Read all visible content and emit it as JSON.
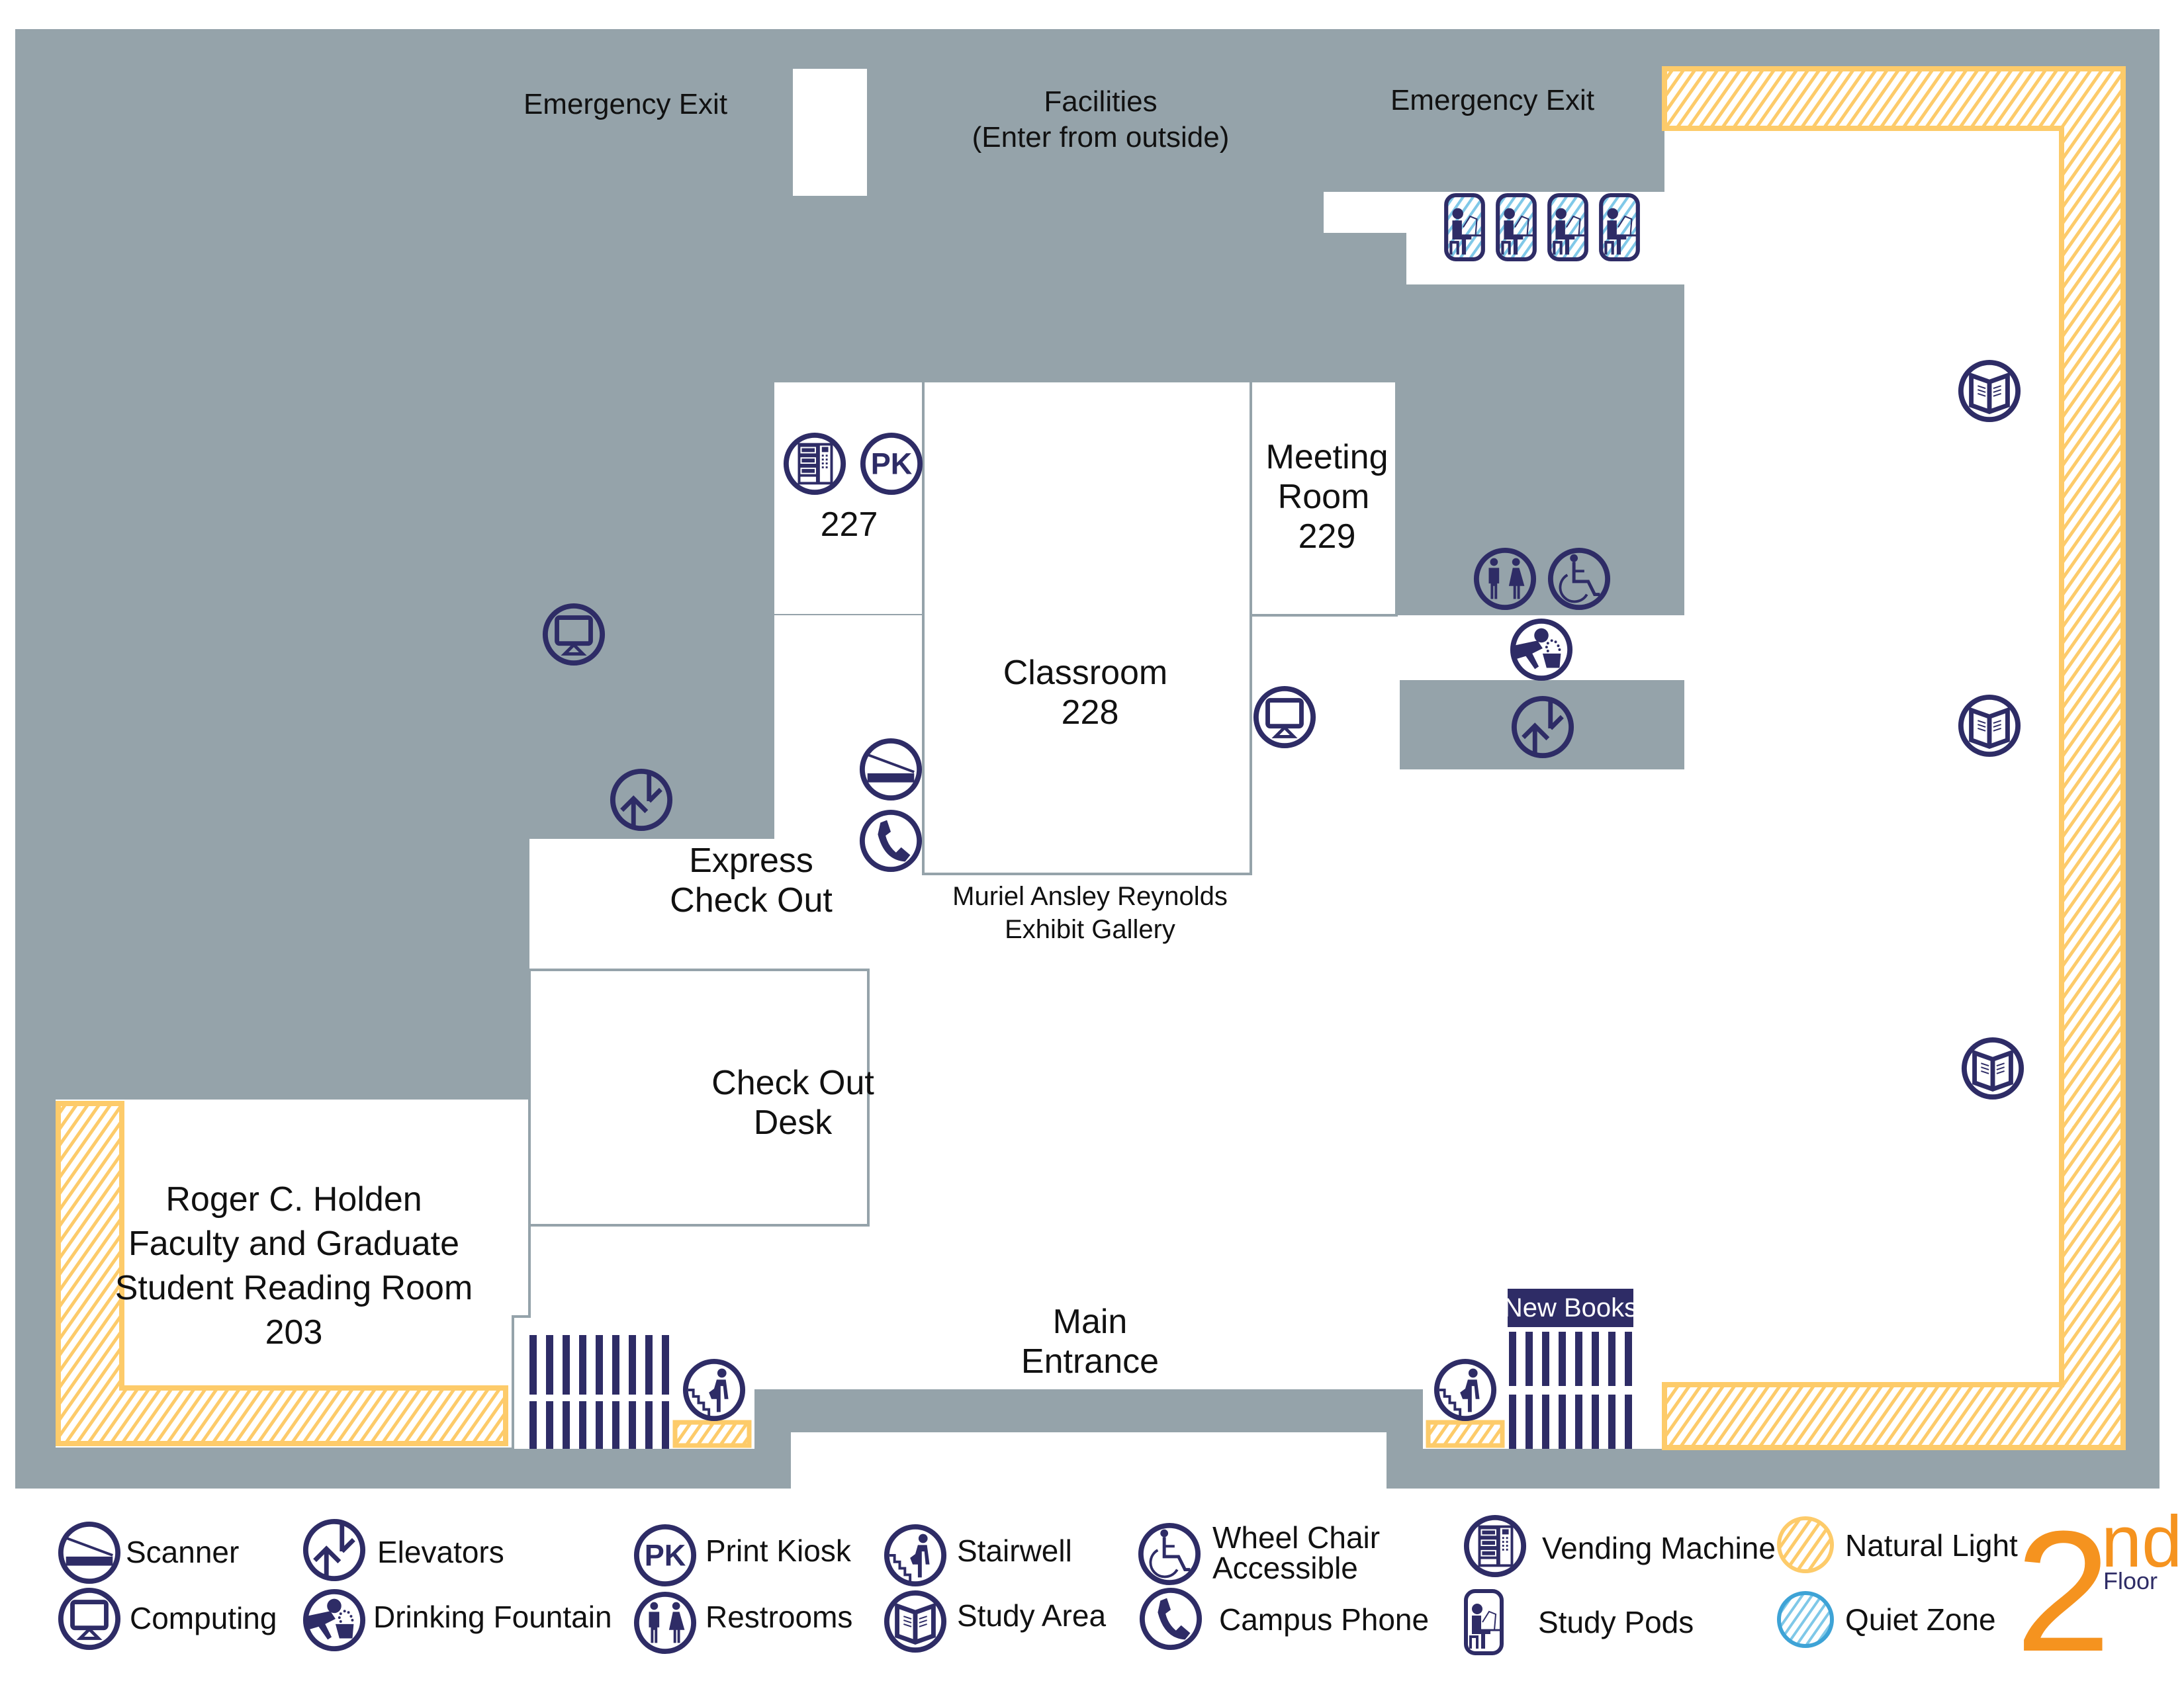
{
  "floor": {
    "number": "2",
    "suffix": "nd",
    "word": "Floor"
  },
  "colors": {
    "wall": "#95a3aa",
    "icon": "#2e2c66",
    "natural_light": "#fdcb6a",
    "quiet_zone": "#3ea3d6",
    "floor_number": "#f5931f",
    "floor_word": "#2e2c66"
  },
  "labels": {
    "emergency_exit_left": "Emergency Exit",
    "facilities_line1": "Facilities",
    "facilities_line2": "(Enter from outside)",
    "emergency_exit_right": "Emergency Exit",
    "room_227": "227",
    "meeting_line1": "Meeting",
    "meeting_line2": "Room",
    "meeting_line3": "229",
    "classroom_line1": "Classroom",
    "classroom_line2": "228",
    "express_line1": "Express",
    "express_line2": "Check Out",
    "gallery_line1": "Muriel Ansley Reynolds",
    "gallery_line2": "Exhibit Gallery",
    "checkout_line1": "Check Out",
    "checkout_line2": "Desk",
    "reading_line1": "Roger C. Holden",
    "reading_line2": "Faculty and Graduate",
    "reading_line3": "Student Reading Room",
    "reading_line4": "203",
    "main_line1": "Main",
    "main_line2": "Entrance",
    "new_books": "New Books",
    "pk": "PK"
  },
  "legend": {
    "scanner": "Scanner",
    "computing": "Computing",
    "elevators": "Elevators",
    "drinking_fountain": "Drinking Fountain",
    "print_kiosk": "Print Kiosk",
    "restrooms": "Restrooms",
    "stairwell": "Stairwell",
    "study_area": "Study Area",
    "wheelchair_line1": "Wheel Chair",
    "wheelchair_line2": "Accessible",
    "campus_phone": "Campus Phone",
    "vending_machine": "Vending Machine",
    "study_pods": "Study Pods",
    "natural_light": "Natural Light",
    "quiet_zone": "Quiet Zone"
  }
}
